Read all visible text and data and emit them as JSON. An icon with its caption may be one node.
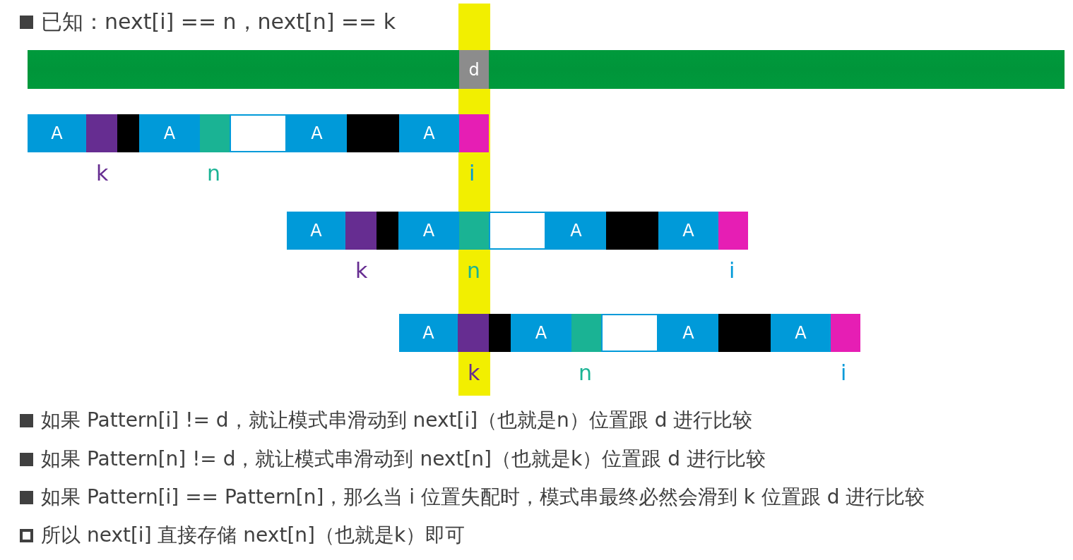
{
  "diagram": {
    "nodes": [
      {
        "text": [],
        "shape": "bar"
      },
      {
        "text": [
          "d"
        ],
        "in": 0
      },
      {
        "text": [
          "A"
        ]
      },
      {
        "text": [],
        "shape": "box"
      },
      {
        "text": [],
        "shape": "box"
      },
      {
        "text": [
          "A"
        ]
      },
      {
        "text": [],
        "shape": "box"
      },
      {
        "text": [],
        "shape": "box"
      },
      {
        "text": [
          "A"
        ]
      },
      {
        "text": [],
        "shape": "box"
      },
      {
        "text": [
          "A"
        ]
      },
      {
        "text": [],
        "shape": "box"
      },
      {
        "text": [
          "A"
        ]
      },
      {
        "text": [],
        "shape": "box"
      },
      {
        "text": [],
        "shape": "box"
      },
      {
        "text": [
          "A"
        ]
      },
      {
        "text": [],
        "shape": "box"
      },
      {
        "text": [],
        "shape": "box"
      },
      {
        "text": [
          "A"
        ]
      },
      {
        "text": [],
        "shape": "box"
      },
      {
        "text": [
          "A"
        ]
      },
      {
        "text": [],
        "shape": "box"
      },
      {
        "text": [
          "A"
        ]
      },
      {
        "text": [],
        "shape": "box"
      },
      {
        "text": [],
        "shape": "box"
      },
      {
        "text": [
          "A"
        ]
      },
      {
        "text": [],
        "shape": "box"
      },
      {
        "text": [],
        "shape": "box"
      },
      {
        "text": [
          "A"
        ]
      },
      {
        "text": [],
        "shape": "box"
      },
      {
        "text": [
          "A"
        ]
      },
      {
        "text": [],
        "shape": "box"
      }
    ],
    "labels": [
      "已知：next[i] == n，next[n] == k",
      "k",
      "n",
      "i",
      "k",
      "n",
      "i",
      "k",
      "n",
      "i",
      "如果 Pattern[i] != d，就让模式串滑动到 next[i]（也就是n）位置跟 d 进行比较",
      "如果 Pattern[n] != d，就让模式串滑动到 next[n]（也就是k）位置跟 d 进行比较",
      "如果 Pattern[i] == Pattern[n]，那么当 i 位置失配时，模式串最终必然会滑到 k 位置跟 d 进行比较",
      "所以 next[i] 直接存储 next[n]（也就是k）即可"
    ]
  }
}
